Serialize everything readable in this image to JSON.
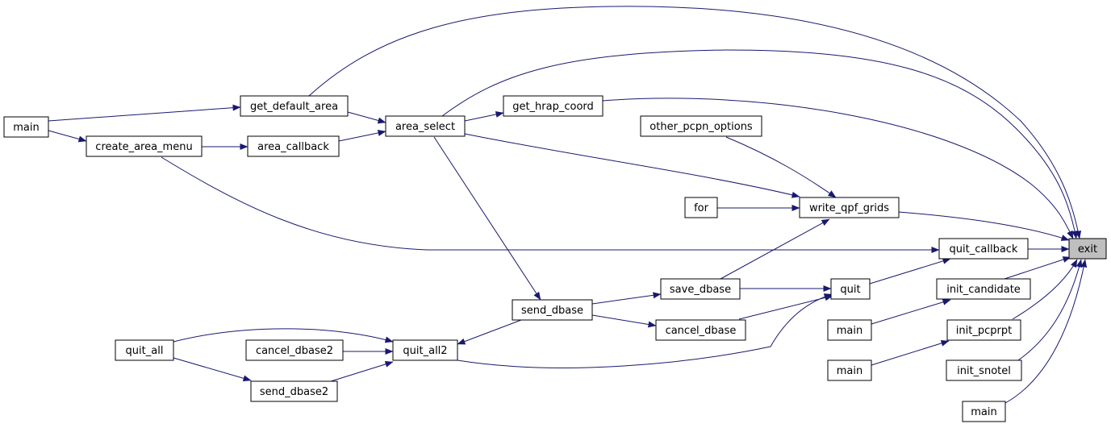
{
  "colors": {
    "edge": "#191970",
    "node_border": "#000000",
    "node_fill": "#ffffff",
    "highlight_fill": "#bfbfbf"
  },
  "nodes": {
    "exit": "exit",
    "main_left": "main",
    "get_default_area": "get_default_area",
    "create_area_menu": "create_area_menu",
    "area_callback": "area_callback",
    "area_select": "area_select",
    "get_hrap_coord": "get_hrap_coord",
    "other_pcpn_options": "other_pcpn_options",
    "for": "for",
    "write_qpf_grids": "write_qpf_grids",
    "quit_callback": "quit_callback",
    "init_candidate": "init_candidate",
    "quit": "quit",
    "save_dbase": "save_dbase",
    "send_dbase": "send_dbase",
    "cancel_dbase": "cancel_dbase",
    "main_r1": "main",
    "init_pcprpt": "init_pcprpt",
    "main_r2": "main",
    "init_snotel": "init_snotel",
    "main_r3": "main",
    "quit_all": "quit_all",
    "cancel_dbase2": "cancel_dbase2",
    "quit_all2": "quit_all2",
    "send_dbase2": "send_dbase2"
  }
}
